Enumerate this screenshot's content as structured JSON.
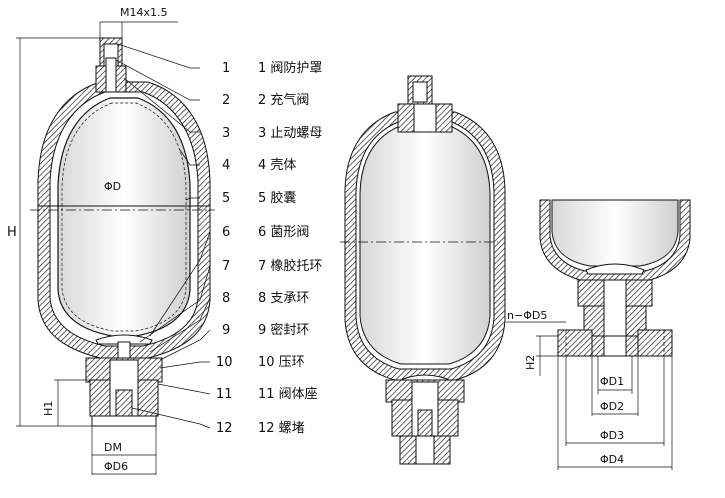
{
  "thread_spec": "M14x1.5",
  "parts": [
    {
      "num": "1",
      "label": "1 阀防护罩"
    },
    {
      "num": "2",
      "label": "2 充气阀"
    },
    {
      "num": "3",
      "label": "3 止动螺母"
    },
    {
      "num": "4",
      "label": "4 壳体"
    },
    {
      "num": "5",
      "label": "5 胶囊"
    },
    {
      "num": "6",
      "label": "6 菌形阀"
    },
    {
      "num": "7",
      "label": "7 橡胶托环"
    },
    {
      "num": "8",
      "label": "8 支承环"
    },
    {
      "num": "9",
      "label": "9 密封环"
    },
    {
      "num": "10",
      "label": "10 压环"
    },
    {
      "num": "11",
      "label": "11 阀体座"
    },
    {
      "num": "12",
      "label": "12 螺堵"
    }
  ],
  "dims": {
    "H": "H",
    "phiD": "ΦD",
    "H1": "H1",
    "DM": "DM",
    "phiD6": "ΦD6",
    "n_phiD5": "n−ΦD5",
    "H2": "H2",
    "phiD1": "ΦD1",
    "phiD2": "ΦD2",
    "phiD3": "ΦD3",
    "phiD4": "ΦD4"
  }
}
